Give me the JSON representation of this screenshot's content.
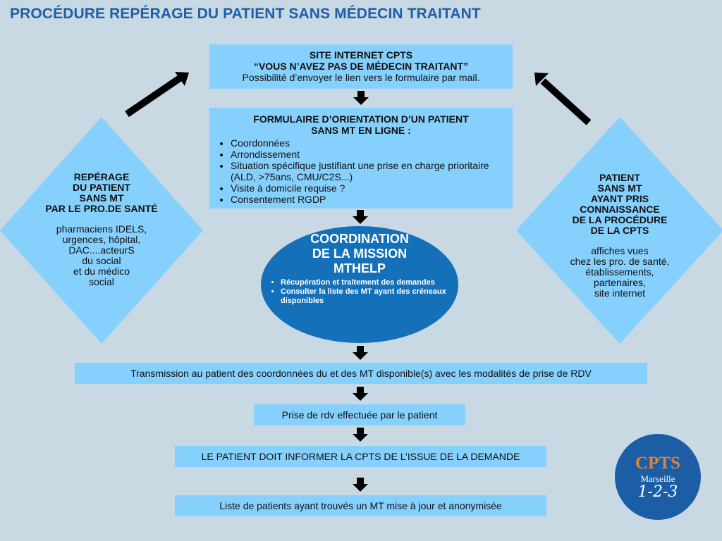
{
  "title": "PROCÉDURE REPÉRAGE DU PATIENT SANS MÉDECIN TRAITANT",
  "colors": {
    "background": "#c9d9e4",
    "light_box": "#86d0fd",
    "oval": "#1470b8",
    "title": "#1d5fa8",
    "logo_bg": "#1b5ea6",
    "logo_accent": "#e6822e"
  },
  "site_box": {
    "line1": "SITE INTERNET CPTS",
    "line2": "“VOUS N’AVEZ PAS DE MÉDECIN TRAITANT”",
    "line3": "Possibilité d’envoyer le lien vers le formulaire par mail."
  },
  "form_box": {
    "heading_line1": "FORMULAIRE D’ORIENTATION D’UN PATIENT",
    "heading_line2": "SANS MT EN LIGNE :",
    "items": [
      "Coordonnées",
      "Arrondissement",
      "Situation spécifique justifiant une prise en charge prioritaire (ALD, >75ans, CMU/C2S...)",
      "Visite à domicile requise ?",
      "Consentement RGDP"
    ]
  },
  "coordination": {
    "heading": [
      "COORDINATION",
      "DE LA MISSION",
      "MTHELP"
    ],
    "items": [
      "Récupération et traitement des demandes",
      "Consulter la liste des MT ayant des créneaux disponibles"
    ]
  },
  "left_diamond": {
    "heading": [
      "REPÉRAGE",
      "DU PATIENT",
      "SANS MT",
      "PAR LE PRO.DE SANTÉ"
    ],
    "body": [
      "pharmaciens IDELS,",
      "urgences, hôpital,",
      "DAC....acteurS",
      "du social",
      "et du médico",
      "social"
    ]
  },
  "right_diamond": {
    "heading": [
      "PATIENT",
      "SANS MT",
      "AYANT PRIS",
      "CONNAISSANCE",
      "DE LA PROCÉDURE",
      "DE LA CPTS"
    ],
    "body": [
      "affiches vues",
      "chez les pro. de santé,",
      "établissements,",
      "partenaires,",
      "site internet"
    ]
  },
  "steps": [
    "Transmission au patient des coordonnées du et des MT disponible(s) avec les modalités de prise de RDV",
    "Prise de rdv effectuée par le patient",
    "LE PATIENT DOIT INFORMER LA CPTS DE L’ISSUE DE LA DEMANDE",
    "Liste de patients ayant trouvés un MT mise à jour et anonymisée"
  ],
  "logo": {
    "line1": "CPTS",
    "line2": "Marseille",
    "line3": "1-2-3"
  },
  "icons": {
    "down_arrow": "arrow-down-icon",
    "diagonal_arrow_left": "arrow-up-right-icon",
    "diagonal_arrow_right": "arrow-up-left-icon"
  }
}
